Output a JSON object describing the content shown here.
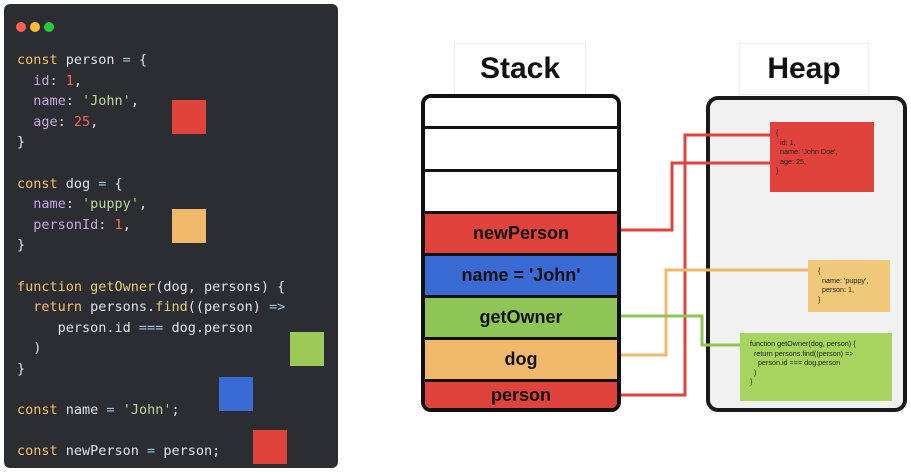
{
  "window_dots": [
    "#ff5f57",
    "#febc2e",
    "#28c840"
  ],
  "code": [
    [
      {
        "t": "const",
        "c": "kw"
      },
      {
        "t": " person ",
        "c": "pl"
      },
      {
        "t": "=",
        "c": "op"
      },
      {
        "t": " {",
        "c": "pl"
      }
    ],
    [
      {
        "t": "  id",
        "c": "key"
      },
      {
        "t": ": ",
        "c": "pl"
      },
      {
        "t": "1",
        "c": "num"
      },
      {
        "t": ",",
        "c": "pl"
      }
    ],
    [
      {
        "t": "  name",
        "c": "key"
      },
      {
        "t": ": ",
        "c": "pl"
      },
      {
        "t": "'John'",
        "c": "str"
      },
      {
        "t": ",",
        "c": "pl"
      }
    ],
    [
      {
        "t": "  age",
        "c": "key"
      },
      {
        "t": ": ",
        "c": "pl"
      },
      {
        "t": "25",
        "c": "num"
      },
      {
        "t": ",",
        "c": "pl"
      }
    ],
    [
      {
        "t": "}",
        "c": "pl"
      }
    ],
    [],
    [
      {
        "t": "const",
        "c": "kw"
      },
      {
        "t": " dog ",
        "c": "pl"
      },
      {
        "t": "=",
        "c": "op"
      },
      {
        "t": " {",
        "c": "pl"
      }
    ],
    [
      {
        "t": "  name",
        "c": "key"
      },
      {
        "t": ": ",
        "c": "pl"
      },
      {
        "t": "'puppy'",
        "c": "str"
      },
      {
        "t": ",",
        "c": "pl"
      }
    ],
    [
      {
        "t": "  personId",
        "c": "key"
      },
      {
        "t": ": ",
        "c": "pl"
      },
      {
        "t": "1",
        "c": "num"
      },
      {
        "t": ",",
        "c": "pl"
      }
    ],
    [
      {
        "t": "}",
        "c": "pl"
      }
    ],
    [],
    [
      {
        "t": "function",
        "c": "kw"
      },
      {
        "t": " getOwner",
        "c": "fn"
      },
      {
        "t": "(dog, persons) {",
        "c": "pl"
      }
    ],
    [
      {
        "t": "  return",
        "c": "kw"
      },
      {
        "t": " persons.",
        "c": "pl"
      },
      {
        "t": "find",
        "c": "fn"
      },
      {
        "t": "((person) ",
        "c": "pl"
      },
      {
        "t": "=>",
        "c": "op"
      }
    ],
    [
      {
        "t": "     person.id ",
        "c": "pl"
      },
      {
        "t": "===",
        "c": "op"
      },
      {
        "t": " dog.person",
        "c": "pl"
      }
    ],
    [
      {
        "t": "  )",
        "c": "pl"
      }
    ],
    [
      {
        "t": "}",
        "c": "pl"
      }
    ],
    [],
    [
      {
        "t": "const",
        "c": "kw"
      },
      {
        "t": " name ",
        "c": "pl"
      },
      {
        "t": "=",
        "c": "op"
      },
      {
        "t": " ",
        "c": "pl"
      },
      {
        "t": "'John'",
        "c": "str"
      },
      {
        "t": ";",
        "c": "pl"
      }
    ],
    [],
    [
      {
        "t": "const",
        "c": "kw"
      },
      {
        "t": " newPerson ",
        "c": "pl"
      },
      {
        "t": "=",
        "c": "op"
      },
      {
        "t": " person;",
        "c": "pl"
      }
    ]
  ],
  "code_swatches": [
    {
      "name": "person-swatch",
      "color": "#e0433b"
    },
    {
      "name": "dog-swatch",
      "color": "#f0b86a"
    },
    {
      "name": "getowner-swatch",
      "color": "#9cc957"
    },
    {
      "name": "name-swatch",
      "color": "#3a6ad3"
    },
    {
      "name": "newperson-swatch",
      "color": "#e0433b"
    }
  ],
  "stack": {
    "title": "Stack",
    "slots": [
      {
        "label": "",
        "color": "#ffffff"
      },
      {
        "label": "",
        "color": "#ffffff"
      },
      {
        "label": "",
        "color": "#ffffff"
      },
      {
        "label": "newPerson",
        "color": "#e0433b"
      },
      {
        "label": "name = 'John'",
        "color": "#3a6ad3"
      },
      {
        "label": "getOwner",
        "color": "#8fc556"
      },
      {
        "label": "dog",
        "color": "#f0b86a"
      },
      {
        "label": "person",
        "color": "#e0433b"
      }
    ]
  },
  "heap": {
    "title": "Heap",
    "objects": [
      {
        "name": "heap-person-object",
        "color": "#e0433b",
        "text": "{\n  id: 1,\n  name: 'John Doe',\n  age: 25,\n}"
      },
      {
        "name": "heap-dog-object",
        "color": "#f0c87a",
        "text": "{\n  name: 'puppy',\n  person: 1,\n}"
      },
      {
        "name": "heap-getowner-function",
        "color": "#a6d45e",
        "text": "function getOwner(dog, person) {\n  return persons.find((person) =>\n    person.id === dog.person\n  )\n}"
      }
    ]
  },
  "connector_colors": {
    "red": "#e0433b",
    "yellow": "#f0b86a",
    "green": "#8fc556"
  }
}
